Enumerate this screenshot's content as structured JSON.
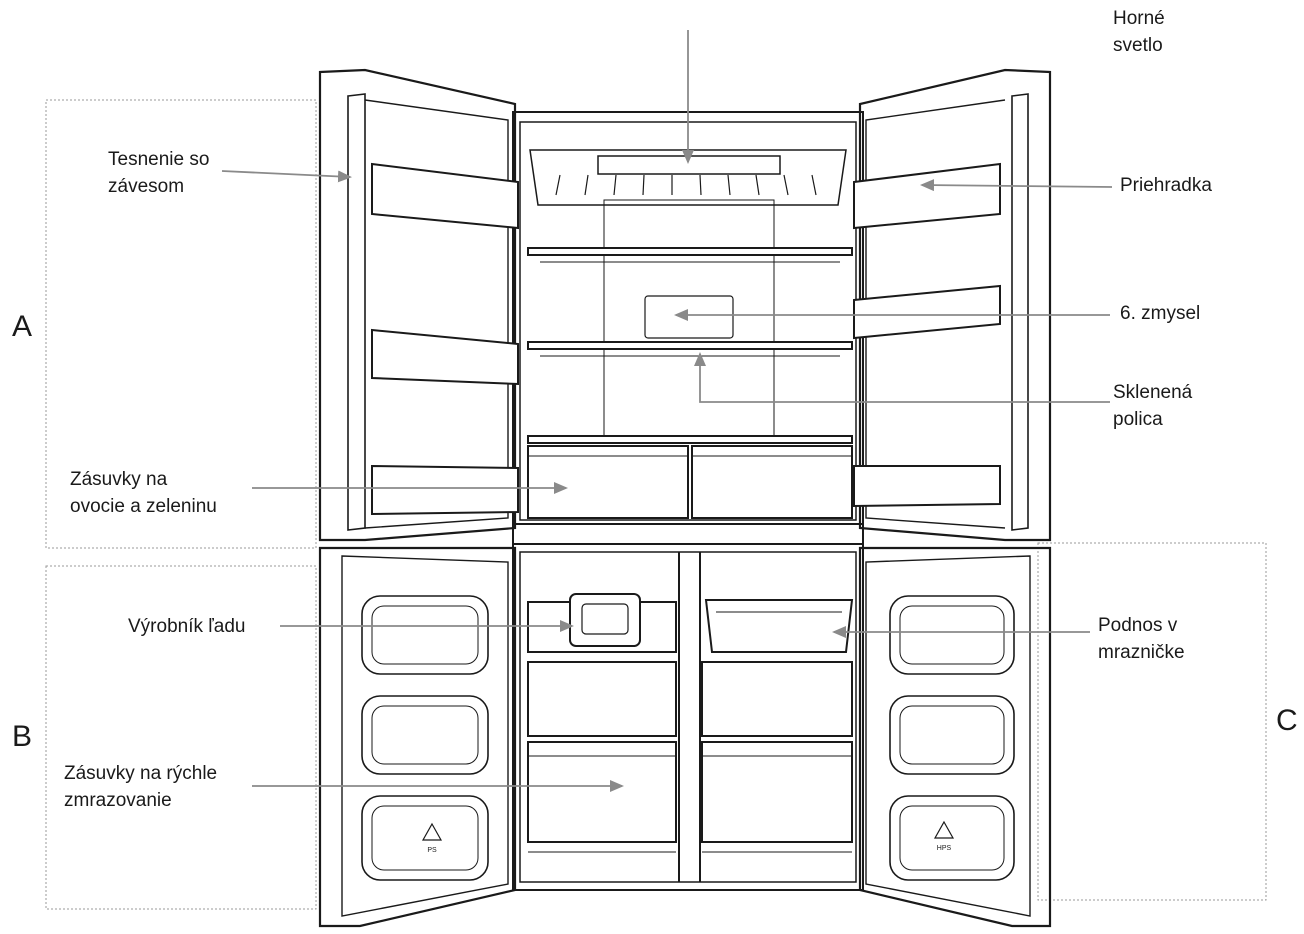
{
  "zones": {
    "a": "A",
    "b": "B",
    "c": "C"
  },
  "labels": {
    "top_light": [
      "Horné",
      "svetlo"
    ],
    "door_seal": [
      "Tesnenie so",
      "závesom"
    ],
    "door_bin": [
      "Priehradka"
    ],
    "sixth_sense": [
      "6. zmysel"
    ],
    "glass_shelf": [
      "Sklenená",
      "polica"
    ],
    "crisper_drawers": [
      "Zásuvky na",
      "ovocie a zeleninu"
    ],
    "ice_maker": [
      "Výrobník ľadu"
    ],
    "freezer_tray": [
      "Podnos v",
      "mrazničke"
    ],
    "quick_freeze_drawers": [
      "Zásuvky na rýchle",
      "zmrazovanie"
    ]
  },
  "door_marks": {
    "left": "PS",
    "right": "HPS"
  },
  "colors": {
    "line": "#1a1a1a",
    "arrow": "#8a8a8a",
    "dotted": "#9a9a9a"
  }
}
